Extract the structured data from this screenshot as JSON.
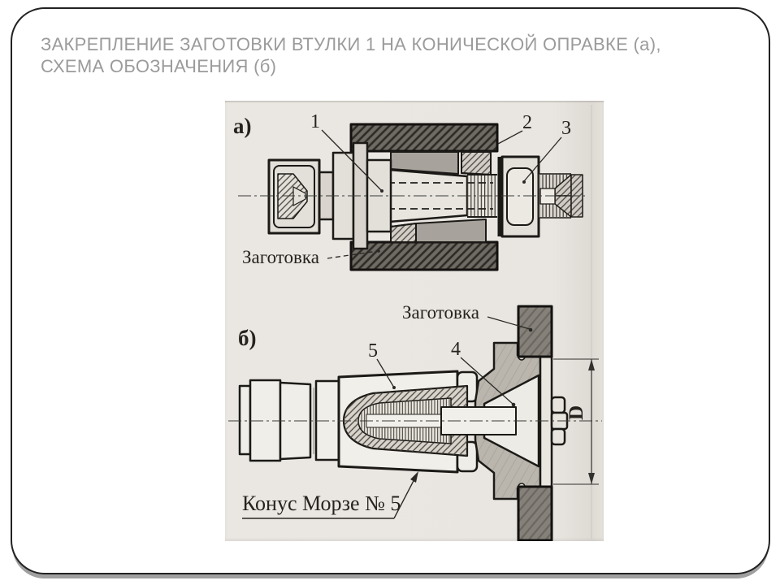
{
  "slide": {
    "title_line1": "ЗАКРЕПЛЕНИЕ ЗАГОТОВКИ ВТУЛКИ 1 НА КОНИЧЕСКОЙ ОПРАВКЕ (а),",
    "title_line2": "СХЕМА ОБОЗНАЧЕНИЯ (б)"
  },
  "figure": {
    "view_a": {
      "label": "а)",
      "callout_1": "1",
      "callout_2": "2",
      "callout_3": "3",
      "workpiece_label": "Заготовка"
    },
    "view_b": {
      "label": "б)",
      "callout_4": "4",
      "callout_5": "5",
      "workpiece_label": "Заготовка",
      "taper_label": "Конус Морзе № 5",
      "diameter_label": "D"
    },
    "colors": {
      "scan_background": "#e9e6e1",
      "line": "#1c1a17",
      "workpiece_dark_hatch": "#6e6a64",
      "sleeve_gray": "#a7a39c",
      "flange_gray": "#bab6ae",
      "title_gray": "#9b9b9b"
    }
  }
}
